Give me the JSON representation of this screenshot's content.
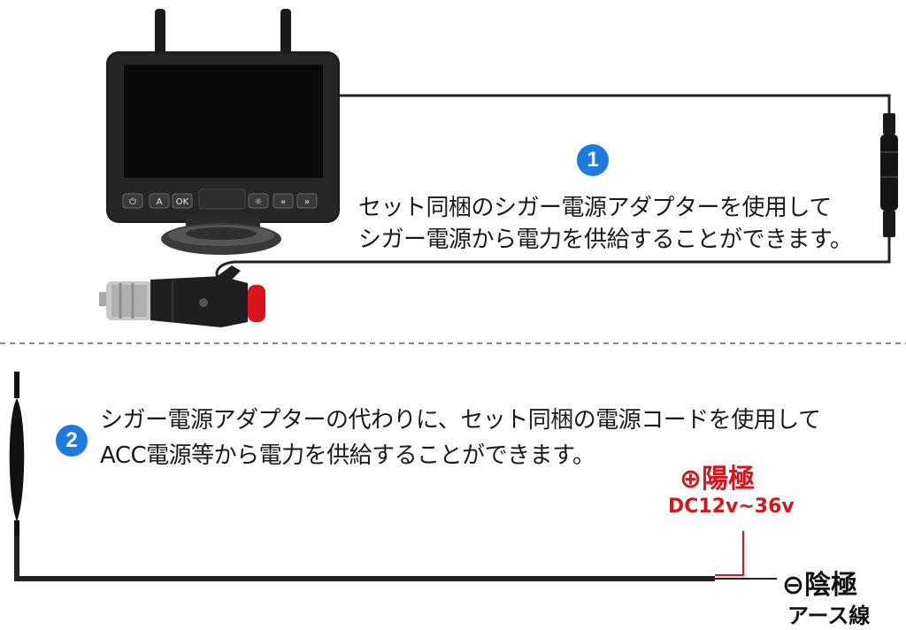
{
  "step1": {
    "badge": "1",
    "line1": "セット同梱のシガー電源アダプターを使用して",
    "line2": "シガー電源から電力を供給することができます。"
  },
  "step2": {
    "badge": "2",
    "line1": "シガー電源アダプターの代わりに、セット同梱の電源コードを使用して",
    "line2": "ACC電源等から電力を供給することができます。"
  },
  "positive": {
    "symbol": "⊕",
    "label": "陽極",
    "voltage": "DC12v~36v"
  },
  "negative": {
    "symbol": "⊖",
    "label": "陰極",
    "sublabel": "アース線"
  },
  "monitor_buttons": [
    "⏻",
    "A",
    "OK",
    "☼",
    "«",
    "»"
  ],
  "colors": {
    "badge": "#1f7ae0",
    "positive_wire": "#d8141c",
    "wire": "#222222",
    "divider": "#888888"
  }
}
